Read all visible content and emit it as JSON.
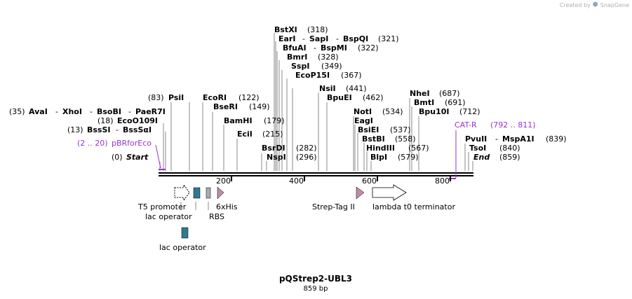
{
  "credit": {
    "created_by": "Created by",
    "brand": "SnapGene"
  },
  "plasmid": {
    "name": "pQStrep2-UBL3",
    "length_label": "859 bp",
    "length": 859
  },
  "ruler_ticks": [
    "200",
    "400",
    "600",
    "800"
  ],
  "sites": {
    "start": {
      "pos": "(0)",
      "name": "Start"
    },
    "end": {
      "name": "End",
      "pos": "(859)"
    },
    "pbr": {
      "range": "(2 .. 20)",
      "name": "pBRforEco"
    },
    "catr": {
      "name": "CAT-R",
      "range": "(792 .. 811)"
    },
    "bsssi": {
      "pos": "(13)",
      "name1": "BssSI",
      "name2": "BssSαI"
    },
    "eco0109": {
      "pos": "(18)",
      "name": "EcoO109I"
    },
    "avai": {
      "pos": "(35)",
      "name1": "AvaI",
      "name2": "XhoI",
      "name3": "BsoBI",
      "name4": "PaeR7I"
    },
    "psii": {
      "pos": "(83)",
      "name": "PsiI"
    },
    "ecori": {
      "name": "EcoRI",
      "pos": "(122)"
    },
    "bseri": {
      "name": "BseRI",
      "pos": "(149)"
    },
    "bamhi": {
      "name": "BamHI",
      "pos": "(179)"
    },
    "ecii": {
      "name": "EciI",
      "pos": "(215)"
    },
    "bsrdi": {
      "name": "BsrDI",
      "pos": "(282)"
    },
    "nspi": {
      "name": "NspI",
      "pos": "(296)"
    },
    "bstxi": {
      "name": "BstXI",
      "pos": "(318)"
    },
    "eari": {
      "name1": "EarI",
      "name2": "SapI",
      "name3": "BspQI",
      "pos": "(321)"
    },
    "bfuai": {
      "name1": "BfuAI",
      "name2": "BspMI",
      "pos": "(322)"
    },
    "bmri": {
      "name": "BmrI",
      "pos": "(328)"
    },
    "sspi": {
      "name": "SspI",
      "pos": "(349)"
    },
    "ecop15i": {
      "name": "EcoP15I",
      "pos": "(367)"
    },
    "nsii": {
      "name": "NsiI",
      "pos": "(441)"
    },
    "bpuei": {
      "name": "BpuEI",
      "pos": "(462)"
    },
    "noti": {
      "name": "NotI",
      "pos": "(534)"
    },
    "eagi": {
      "name": "EagI"
    },
    "bsiei": {
      "name": "BsiEI",
      "pos": "(537)"
    },
    "bstbi": {
      "name": "BstBI",
      "pos": "(558)"
    },
    "hindiii": {
      "name": "HindIII",
      "pos": "(567)"
    },
    "blpi": {
      "name": "BlpI",
      "pos": "(579)"
    },
    "nhei": {
      "name": "NheI",
      "pos": "(687)"
    },
    "bmti": {
      "name": "BmtI",
      "pos": "(691)"
    },
    "bpu10i": {
      "name": "Bpu10I",
      "pos": "(712)"
    },
    "pvuii": {
      "name1": "PvuII",
      "name2": "MspA1I",
      "pos": "(839)"
    },
    "tsoi": {
      "name": "TsoI",
      "pos": "(840)"
    }
  },
  "features": {
    "t5": "T5 promoter",
    "lacop1": "lac operator",
    "rbs": "RBS",
    "his": "6xHis",
    "strep": "Strep-Tag II",
    "lambda": "lambda t0 terminator",
    "lacop2": "lac operator"
  },
  "colors": {
    "primer": "#9a33cc",
    "lacop": "#2e7a8e",
    "rbs": "#a7acb0",
    "tag": "#c28aa8",
    "terminator": "#ffffff"
  }
}
